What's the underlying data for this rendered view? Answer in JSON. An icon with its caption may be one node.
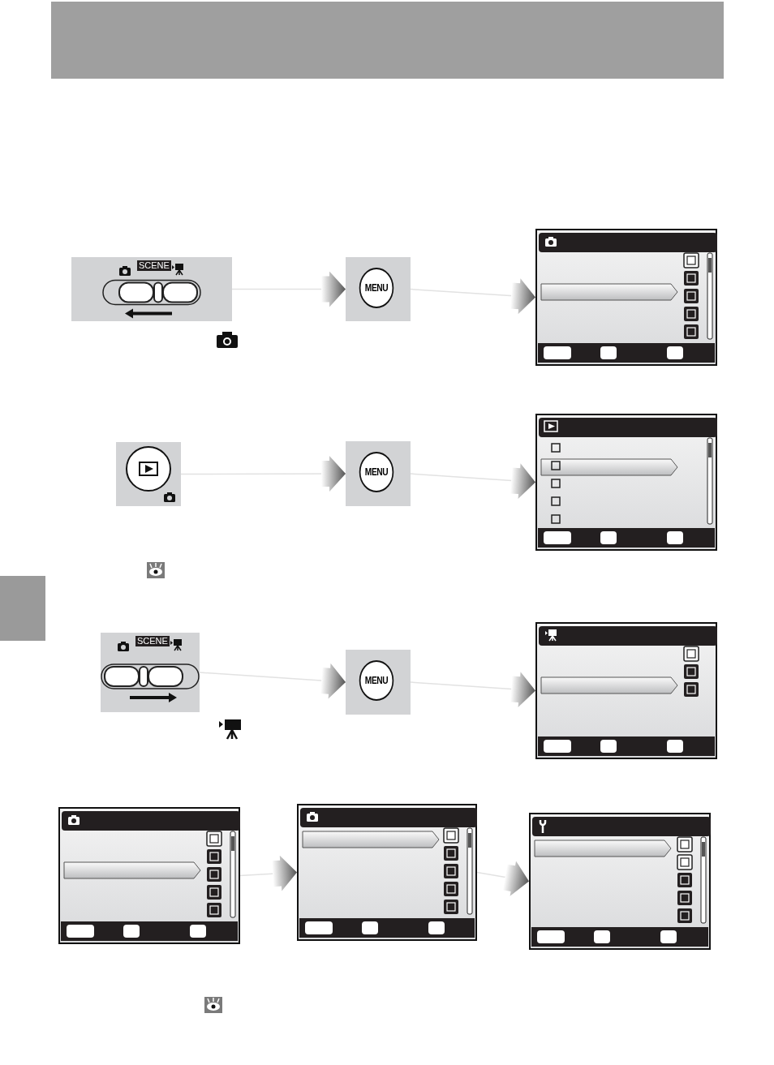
{
  "diagram": {
    "nodes": [
      {
        "text": [
          "SCENE"
        ]
      },
      {
        "text": [
          "MENU"
        ]
      },
      {
        "text": [],
        "shape": "picture"
      },
      {
        "text": [],
        "shape": "picture"
      },
      {
        "text": [
          "MENU"
        ]
      },
      {
        "text": [],
        "shape": "picture"
      },
      {
        "text": [
          "SCENE"
        ]
      },
      {
        "text": [
          "MENU"
        ]
      },
      {
        "text": [],
        "shape": "picture"
      },
      {
        "text": [],
        "shape": "picture"
      },
      {
        "text": [],
        "shape": "picture"
      },
      {
        "text": [],
        "shape": "picture"
      }
    ],
    "edges": [
      {
        "from": 0,
        "to": 1,
        "arrow": "to"
      },
      {
        "from": 1,
        "to": 2,
        "arrow": "to"
      },
      {
        "from": 3,
        "to": 4,
        "arrow": "to"
      },
      {
        "from": 4,
        "to": 5,
        "arrow": "to"
      },
      {
        "from": 6,
        "to": 7,
        "arrow": "to"
      },
      {
        "from": 7,
        "to": 8,
        "arrow": "to"
      },
      {
        "from": 9,
        "to": 10,
        "arrow": "to"
      },
      {
        "from": 10,
        "to": 11,
        "arrow": "to"
      }
    ]
  }
}
